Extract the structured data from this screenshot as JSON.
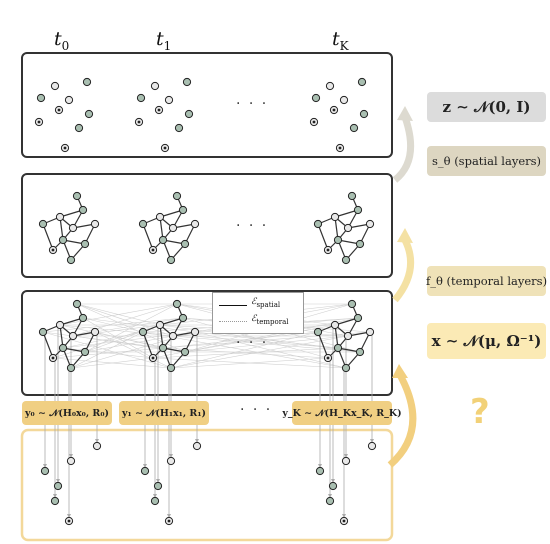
{
  "time_labels": [
    "t",
    "t",
    "t"
  ],
  "time_subs": [
    "0",
    "1",
    "K"
  ],
  "ellipsis": "· · ·",
  "tags": {
    "z": "z ∼ 𝒩(0, I)",
    "s": "s_θ (spatial layers)",
    "f": "f_θ (temporal layers)",
    "x": "x ∼ 𝒩(μ, Ω⁻¹)"
  },
  "observations": [
    "y₀ ∼ 𝒩(H₀x₀, R₀)",
    "y₁ ∼ 𝒩(H₁x₁, R₁)",
    "y_K ∼ 𝒩(H_Kx_K, R_K)"
  ],
  "legend": {
    "spatial": "ℰ",
    "spatial_sub": "spatial",
    "temporal": "ℰ",
    "temporal_sub": "temporal"
  },
  "question": "?",
  "colors": {
    "node_gray": "#e8e8e8",
    "node_green": "#a9bfb1",
    "frame": "#333333",
    "bottom_frame": "#f3d89a",
    "arrow_gray": "#dddad0",
    "arrow_yellow": "#f4e1a3",
    "arrow_orange": "#f2cf7f"
  }
}
